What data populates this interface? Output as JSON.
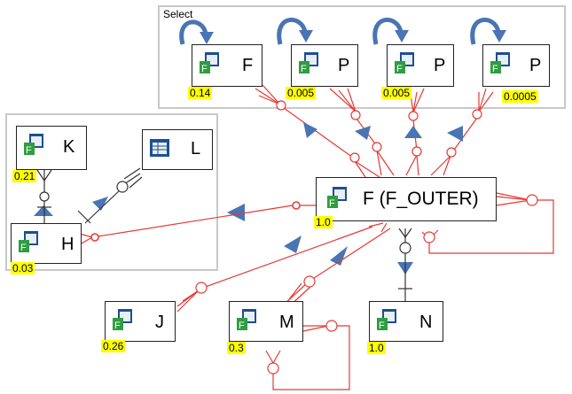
{
  "select_group": {
    "label": "Select"
  },
  "nodes": {
    "f": {
      "name": "F",
      "value": "0.14"
    },
    "p1": {
      "name": "P",
      "value": "0.005"
    },
    "p2": {
      "name": "P",
      "value": "0.005"
    },
    "p3": {
      "name": "P",
      "value": "0.0005"
    },
    "k": {
      "name": "K",
      "value": "0.21"
    },
    "l": {
      "name": "L",
      "value": ""
    },
    "h": {
      "name": "H",
      "value": "0.03"
    },
    "outer": {
      "name": "F (F_OUTER)",
      "value": "1.0"
    },
    "j": {
      "name": "J",
      "value": "0.26"
    },
    "m": {
      "name": "M",
      "value": "0.3"
    },
    "n": {
      "name": "N",
      "value": "1.0"
    }
  },
  "colors": {
    "link": "#e53935",
    "arrow": "#4a74b4",
    "join": "#333333",
    "badge": "#ffff00"
  },
  "icons": {
    "table": "table-icon",
    "filter": "f-badge-icon",
    "loop": "curved-arrow-icon"
  }
}
